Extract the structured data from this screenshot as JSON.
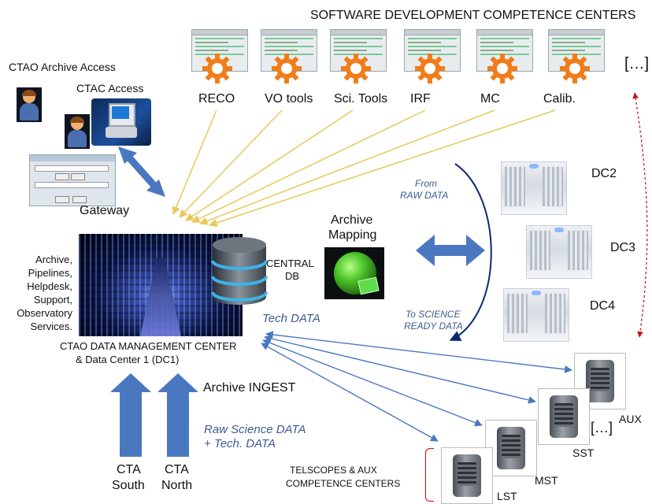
{
  "title": "SOFTWARE DEVELOPMENT COMPETENCE CENTERS",
  "software_centers": [
    {
      "label": "RECO"
    },
    {
      "label": "VO tools"
    },
    {
      "label": "Sci. Tools"
    },
    {
      "label": "IRF"
    },
    {
      "label": "MC"
    },
    {
      "label": "Calib."
    }
  ],
  "ellipsis_top": "[…]",
  "access": {
    "archive": "CTAO Archive Access",
    "ctac": "CTAC Access",
    "gateway": "Gateway"
  },
  "services": [
    "Archive,",
    "Pipelines,",
    "Helpdesk,",
    "Support,",
    "Observatory",
    "Services."
  ],
  "db_label": [
    "CENTRAL",
    "DB"
  ],
  "mapping_label": [
    "Archive",
    "Mapping"
  ],
  "flow": {
    "from": [
      "From",
      "RAW DATA"
    ],
    "to": [
      "To  SCIENCE",
      "READY DATA"
    ],
    "tech": "Tech DATA"
  },
  "dmc": [
    "CTAO DATA MANAGEMENT CENTER",
    "& Data Center 1 (DC1)"
  ],
  "ingest": "Archive INGEST",
  "raw": [
    "Raw Science DATA",
    "+ Tech. DATA"
  ],
  "sites": [
    {
      "line1": "CTA",
      "line2": "South"
    },
    {
      "line1": "CTA",
      "line2": "North"
    }
  ],
  "data_centers": [
    "DC2",
    "DC3",
    "DC4"
  ],
  "telescopes": {
    "labels": [
      "AUX",
      "SST",
      "MST",
      "LST"
    ],
    "ellipsis": "[…]",
    "group": [
      "TELSCOPES & AUX",
      "COMPETENCE CENTERS"
    ]
  },
  "colors": {
    "gear": "#f07d1a",
    "yellow_line": "#e8c85a",
    "blue_line": "#4a78c0",
    "arc": "#0b2a6b",
    "dashed_red": "#c0191c",
    "big_arrow": "#4a78c0"
  }
}
